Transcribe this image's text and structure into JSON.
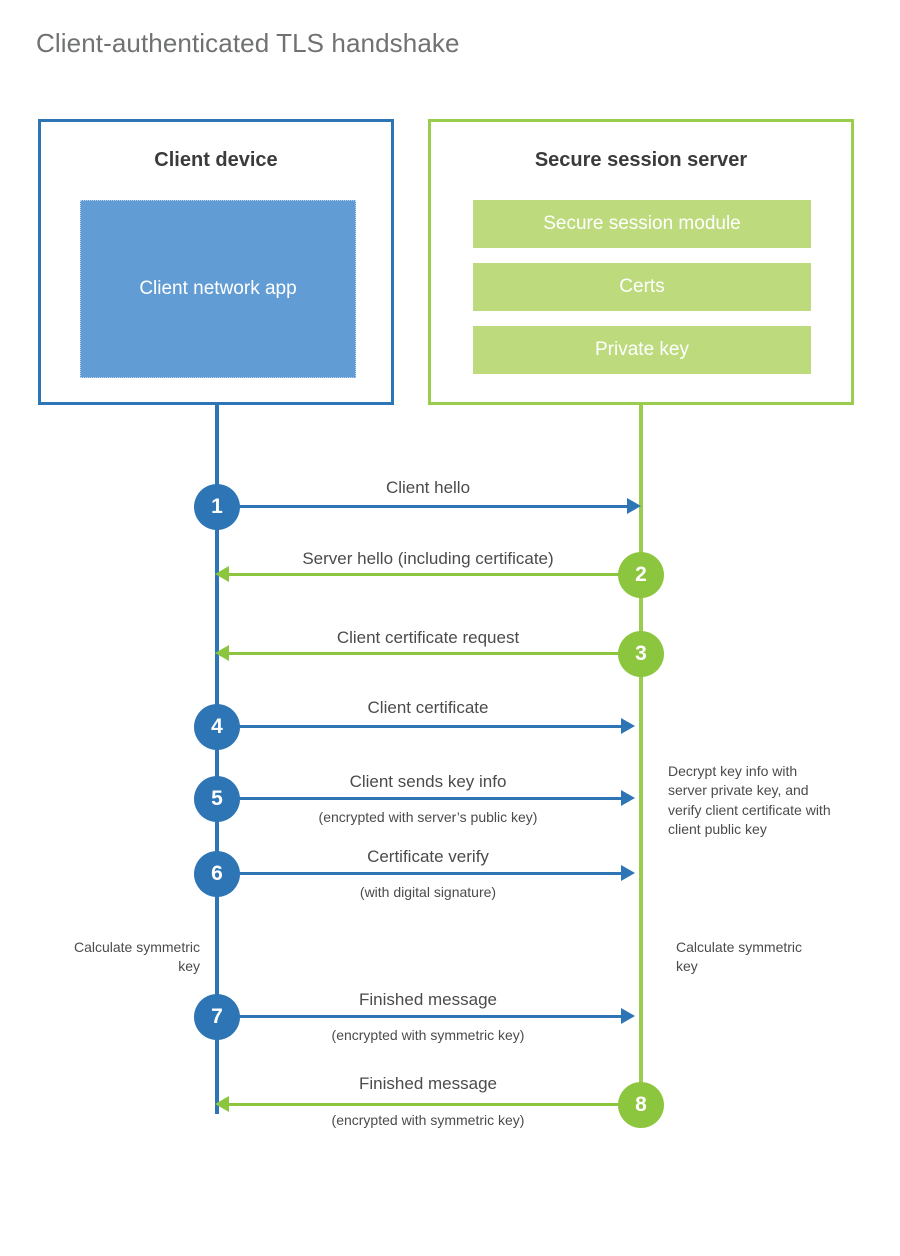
{
  "title": "Client-authenticated TLS handshake",
  "colors": {
    "client_blue": "#2e75b6",
    "client_app_fill": "#629cd4",
    "server_green": "#9acd4e",
    "server_bar_fill": "#bddb7d",
    "arrow_green": "#8cc63f",
    "title_gray": "#6f7173",
    "text_gray": "#4b4b4d"
  },
  "client": {
    "title": "Client device",
    "app_label": "Client network app"
  },
  "server": {
    "title": "Secure session server",
    "modules": [
      {
        "label": "Secure session module"
      },
      {
        "label": "Certs"
      },
      {
        "label": "Private key"
      }
    ]
  },
  "messages": [
    {
      "step": "1",
      "direction": "client-to-server",
      "label": "Client hello",
      "sublabel": ""
    },
    {
      "step": "2",
      "direction": "server-to-client",
      "label": "Server hello (including certificate)",
      "sublabel": ""
    },
    {
      "step": "3",
      "direction": "server-to-client",
      "label": "Client certificate request",
      "sublabel": ""
    },
    {
      "step": "4",
      "direction": "client-to-server",
      "label": "Client certificate",
      "sublabel": ""
    },
    {
      "step": "5",
      "direction": "client-to-server",
      "label": "Client sends key info",
      "sublabel": "(encrypted with server’s public key)"
    },
    {
      "step": "6",
      "direction": "client-to-server",
      "label": "Certificate verify",
      "sublabel": "(with digital signature)"
    },
    {
      "step": "7",
      "direction": "client-to-server",
      "label": "Finished message",
      "sublabel": "(encrypted with symmetric key)"
    },
    {
      "step": "8",
      "direction": "server-to-client",
      "label": "Finished message",
      "sublabel": "(encrypted with symmetric key)"
    }
  ],
  "notes": {
    "server_decrypt": "Decrypt key info with server private key, and verify client certificate with client public key",
    "client_calculate": "Calculate symmetric key",
    "server_calculate": "Calculate symmetric key"
  }
}
